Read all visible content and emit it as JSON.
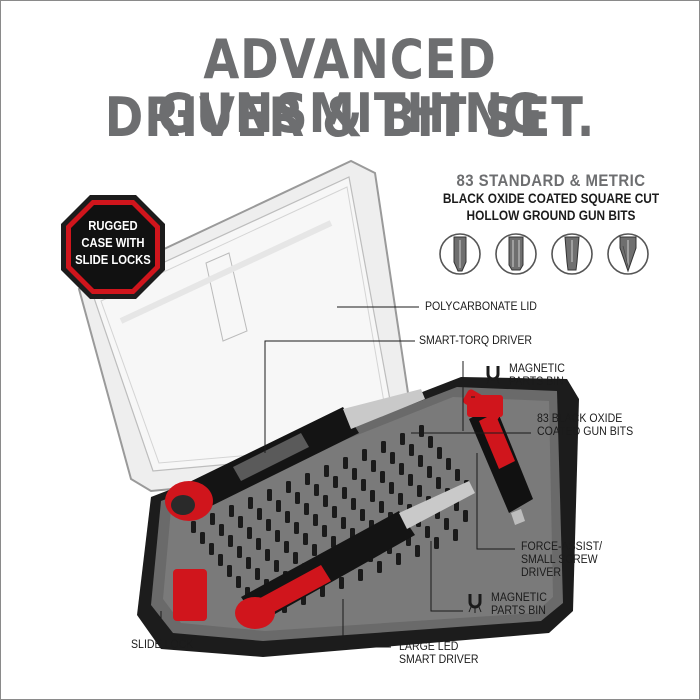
{
  "title": {
    "line1": "ADVANCED GUNSMITHING",
    "line2": "DRIVER & BIT SET."
  },
  "bits_info": {
    "line1": "83 STANDARD & METRIC",
    "line2": "BLACK OXIDE COATED SQUARE CUT",
    "line3": "HOLLOW GROUND GUN BITS",
    "icons": [
      "slotted-bit-icon",
      "hex-bit-icon",
      "flat-tip-bit-icon",
      "phillips-bit-icon"
    ]
  },
  "badge": {
    "line1": "RUGGED",
    "line2": "CASE WITH",
    "line3": "SLIDE LOCKS"
  },
  "callouts": {
    "polycarbonate_lid": "POLYCARBONATE LID",
    "smart_torq": "SMART-TORQ DRIVER",
    "magnetic_top": [
      "MAGNETIC",
      "PARTS BIN"
    ],
    "bits": [
      "83 BLACK OXIDE",
      "COATED GUN BITS"
    ],
    "force_assist": [
      "FORCE-ASSIST/",
      "SMALL SCREW",
      "DRIVER"
    ],
    "magnetic_bottom": [
      "MAGNETIC",
      "PARTS BIN"
    ],
    "slide_lock": "SLIDE LOCK",
    "large_led": [
      "LARGE LED",
      "SMART DRIVER"
    ]
  },
  "colors": {
    "title_gray": "#6d6e70",
    "brand_red": "#d0151c",
    "case_black": "#1c1c1c",
    "tray_gray": "#6a6a6a"
  }
}
